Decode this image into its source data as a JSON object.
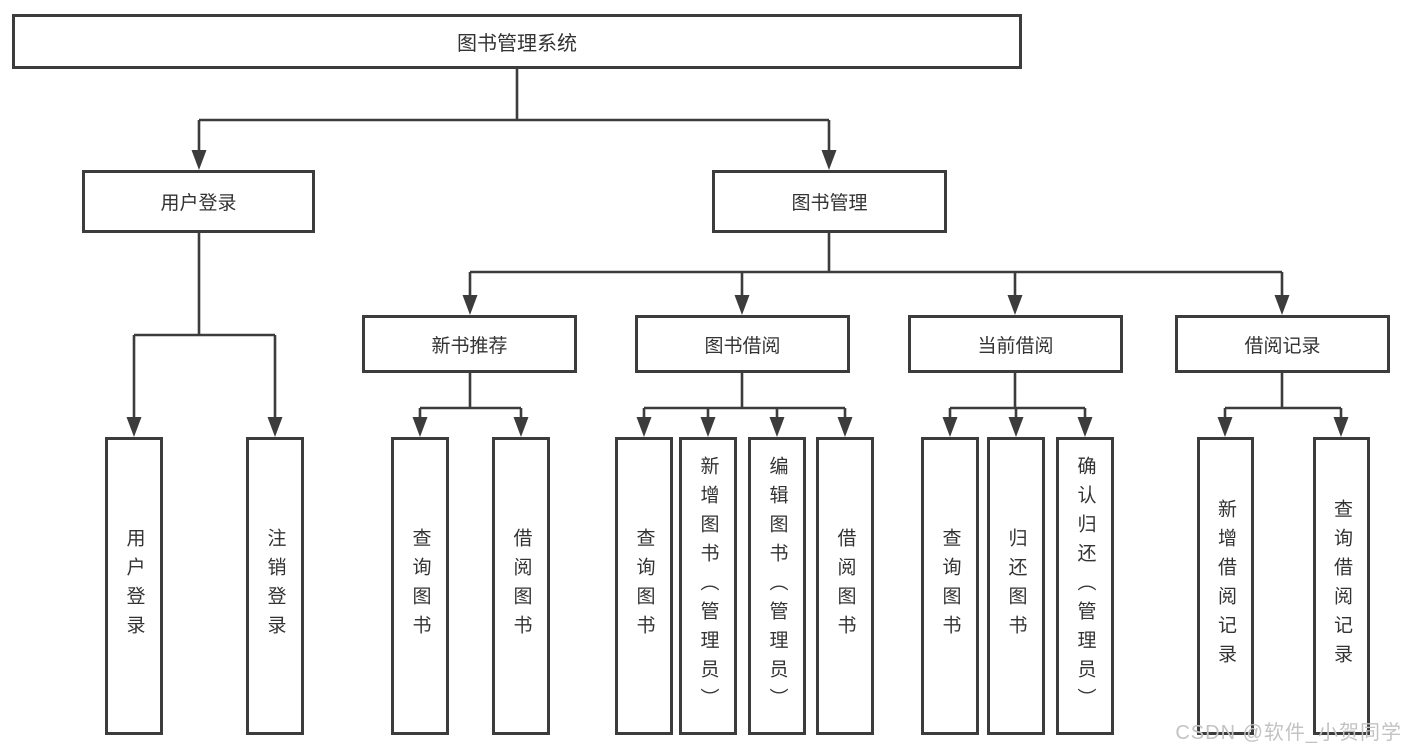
{
  "colors": {
    "line": "#3c3c3c",
    "text": "#333333",
    "background": "#ffffff",
    "watermark": "#c3c3c3"
  },
  "diagram": {
    "root": {
      "label": "图书管理系统"
    },
    "branches": {
      "user_login": {
        "label": "用户登录",
        "children": {
          "login": {
            "label": "用户登录"
          },
          "logout": {
            "label": "注销登录"
          }
        }
      },
      "book_management": {
        "label": "图书管理",
        "children": {
          "new_book": {
            "label": "新书推荐",
            "children": {
              "query": {
                "label": "查询图书"
              },
              "borrow": {
                "label": "借阅图书"
              }
            }
          },
          "borrow": {
            "label": "图书借阅",
            "children": {
              "query": {
                "label": "查询图书"
              },
              "add": {
                "label": "新增图书（管理员）"
              },
              "edit": {
                "label": "编辑图书（管理员）"
              },
              "borrow": {
                "label": "借阅图书"
              }
            }
          },
          "current": {
            "label": "当前借阅",
            "children": {
              "query": {
                "label": "查询图书"
              },
              "return": {
                "label": "归还图书"
              },
              "confirm": {
                "label": "确认归还（管理员）"
              }
            }
          },
          "records": {
            "label": "借阅记录",
            "children": {
              "add": {
                "label": "新增借阅记录"
              },
              "query": {
                "label": "查询借阅记录"
              }
            }
          }
        }
      }
    }
  },
  "watermark": {
    "text": "CSDN @软件_小贺同学"
  }
}
